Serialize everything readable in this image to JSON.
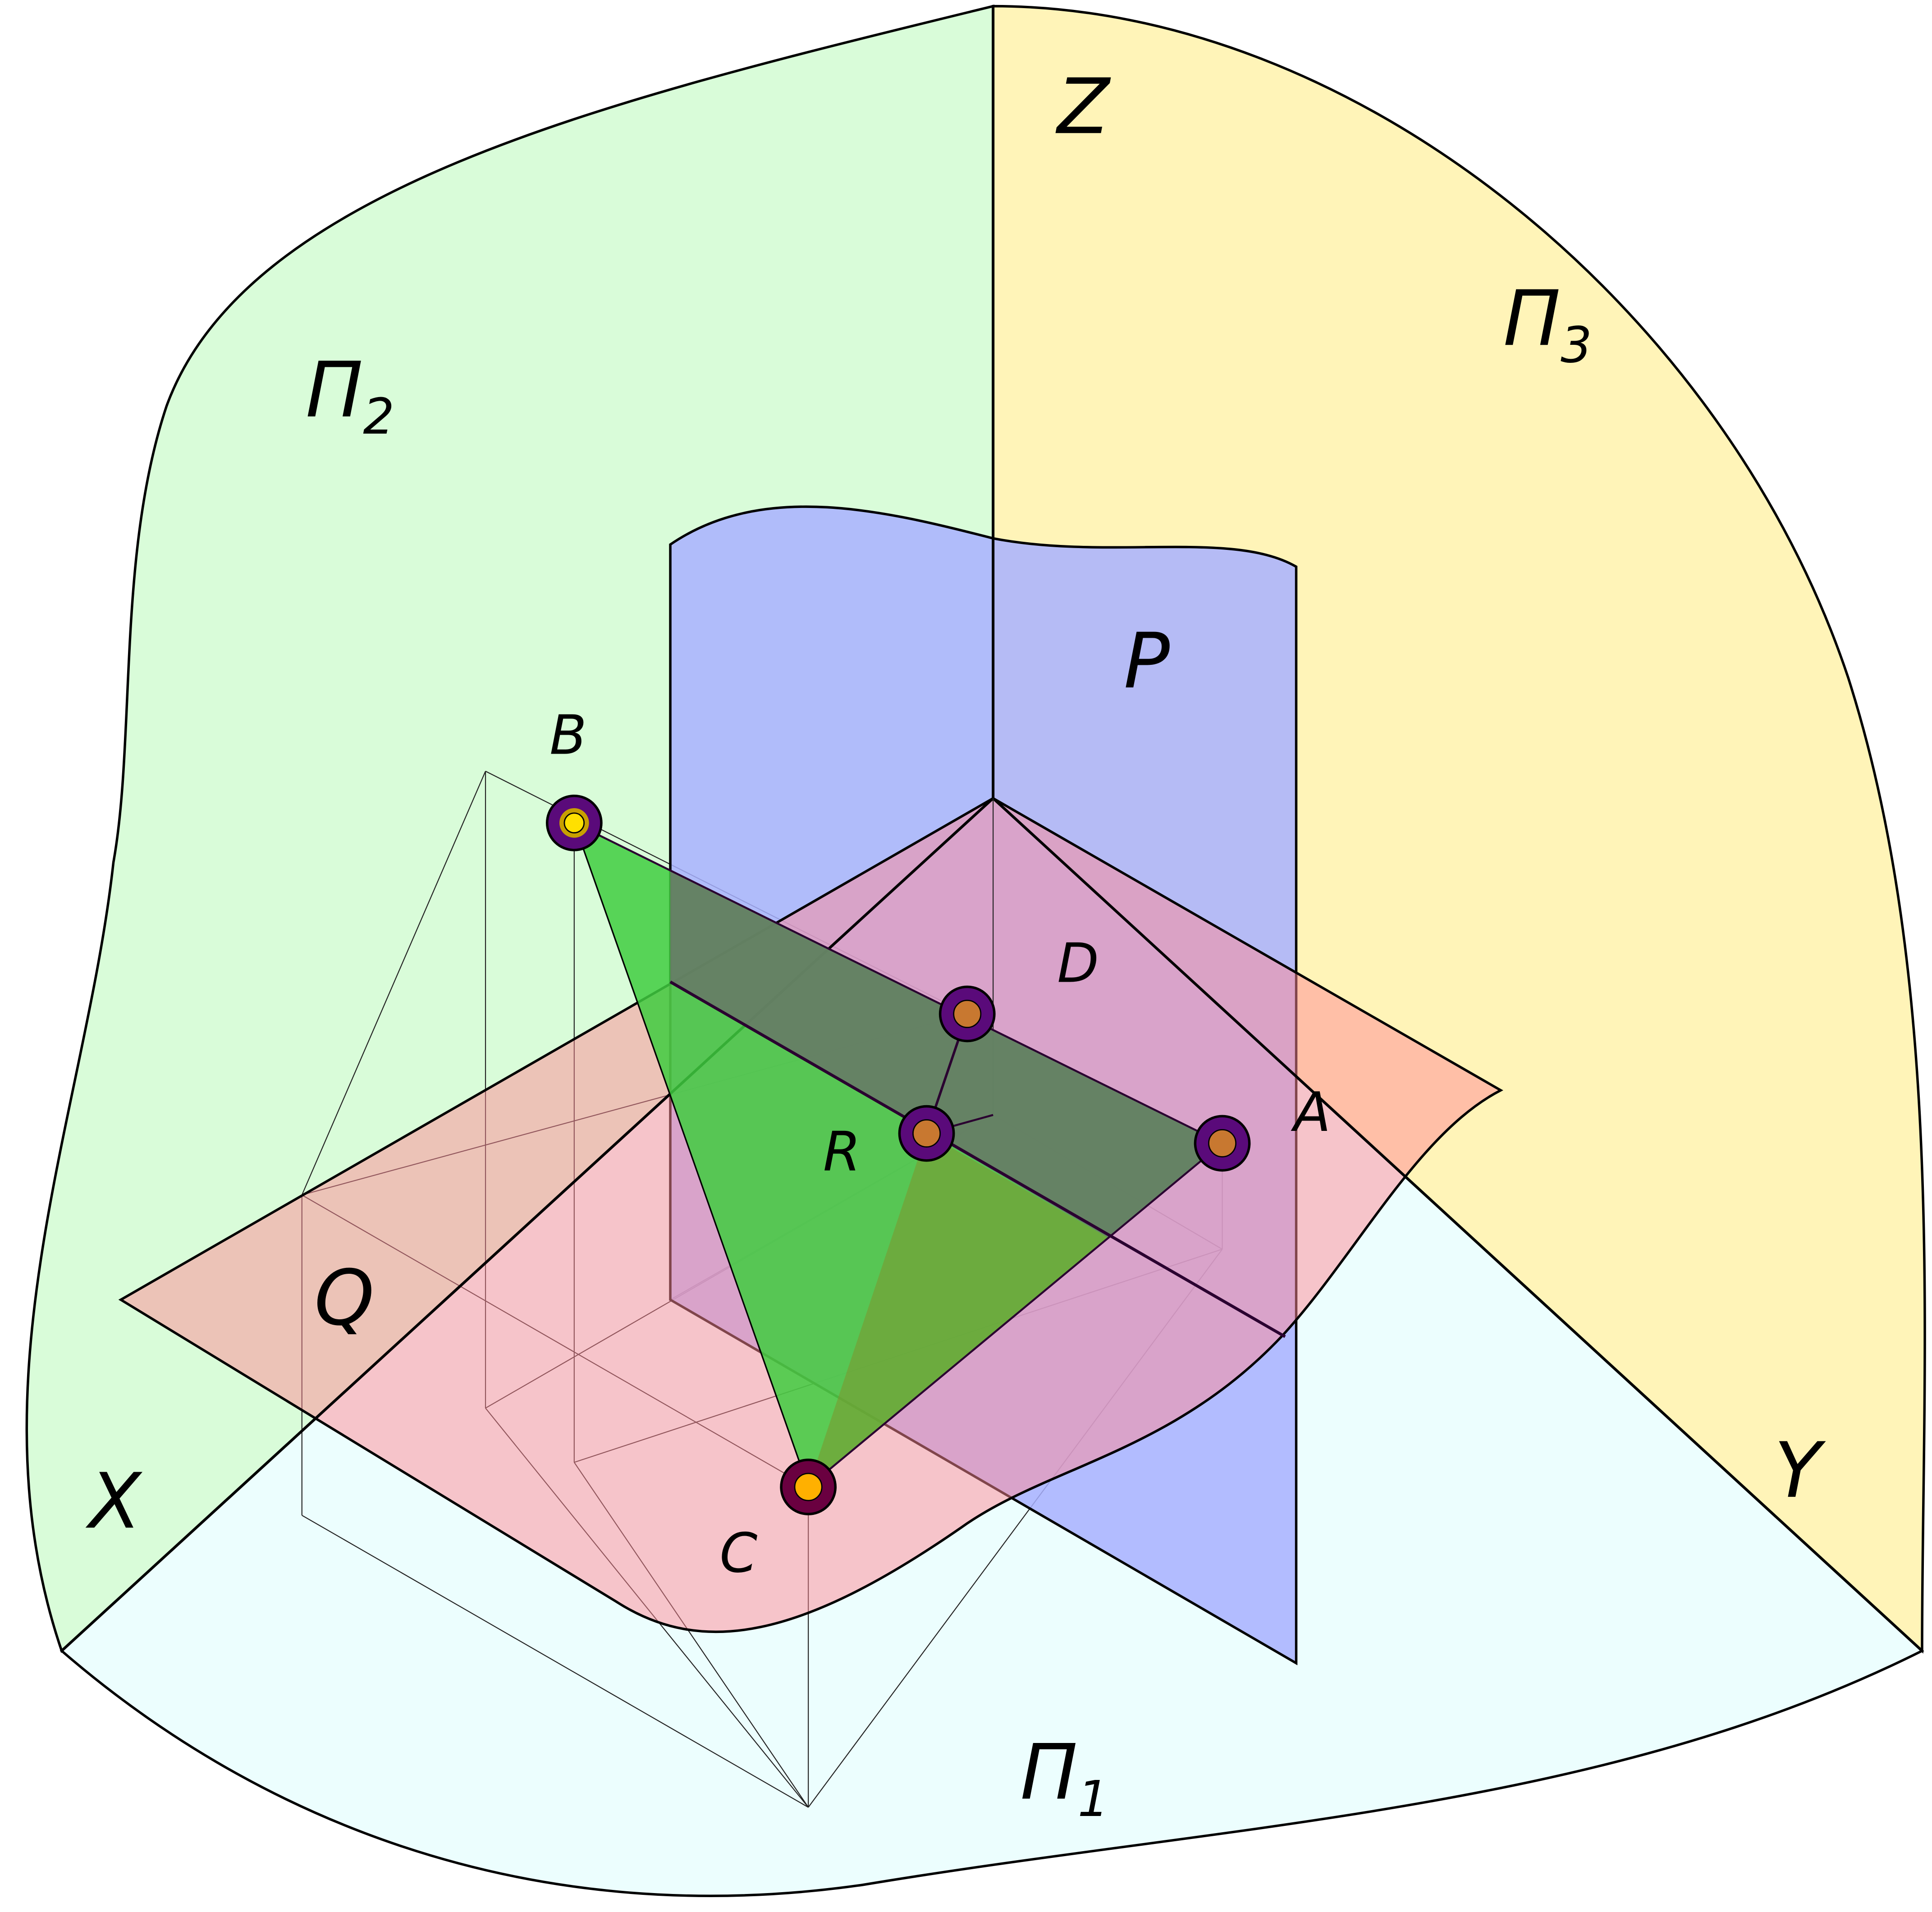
{
  "title": "Projection planes with triangle ABC and planes P, Q",
  "colors": {
    "plane_pi2": "#d9fcd9",
    "plane_pi3": "#fff4b8",
    "plane_pi1": "#ecfefe",
    "plane_p": "#b0b4fc",
    "plane_q": "#ff8a96",
    "triangle": "#3fcc3f",
    "overlap": "#677a66",
    "point_ring": "#5a0a7a",
    "point_c_ring": "#6a0040"
  },
  "labels": {
    "axis_z": "Z",
    "axis_x": "X",
    "axis_y": "Y",
    "pi": "Π",
    "pi1_sub": "1",
    "pi2_sub": "2",
    "pi3_sub": "3",
    "plane_p": "P",
    "plane_q": "Q",
    "point_a": "A",
    "point_b": "B",
    "point_c": "C",
    "point_d": "D",
    "point_r": "R"
  }
}
